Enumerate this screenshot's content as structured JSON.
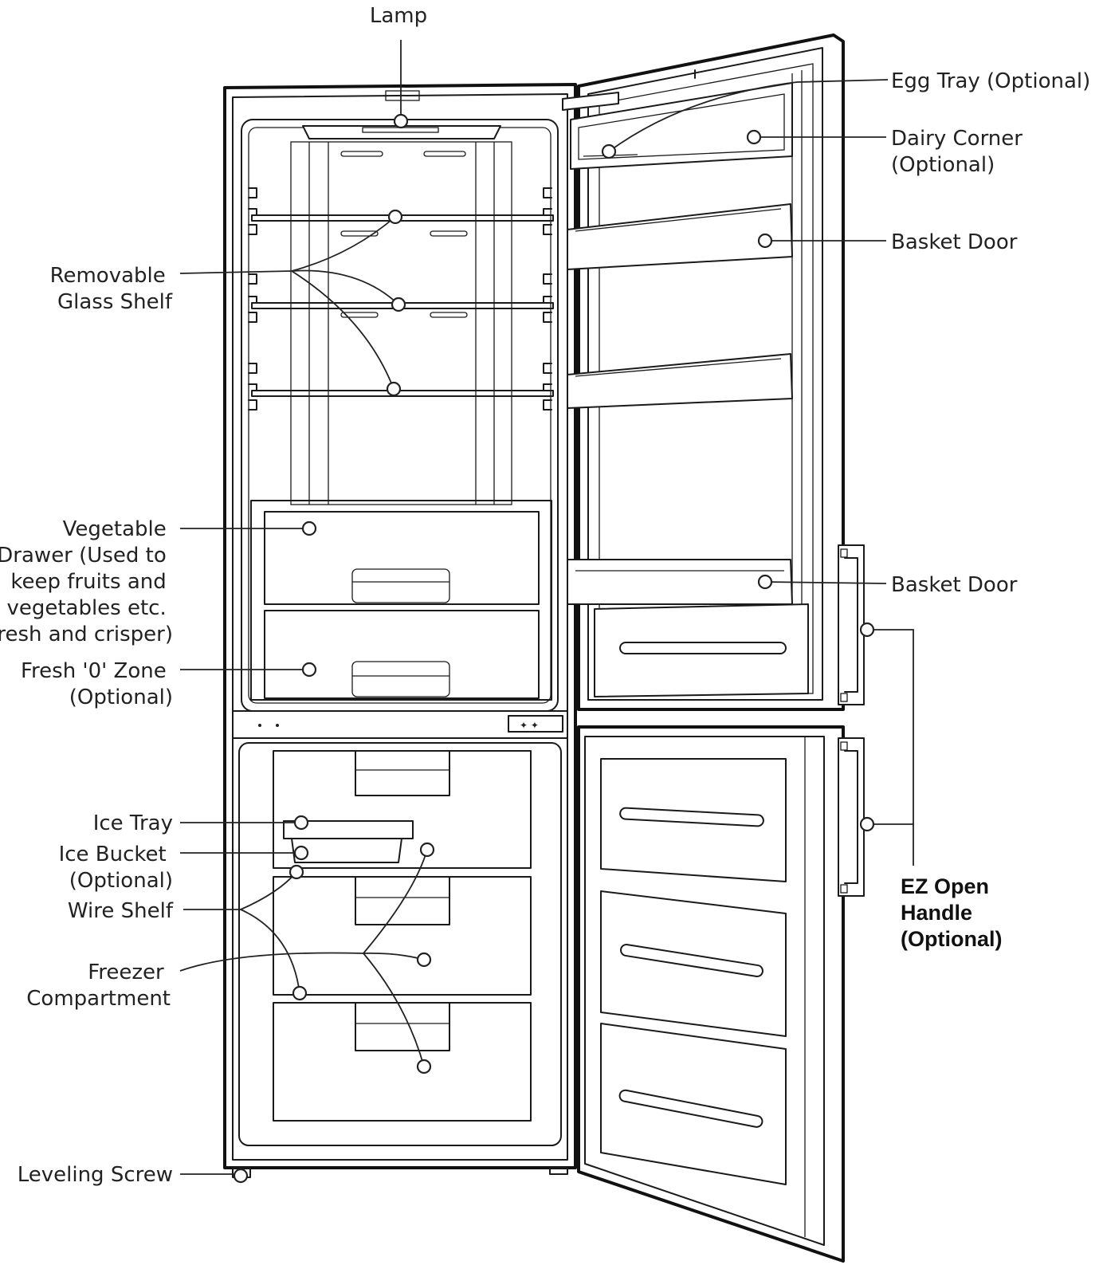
{
  "labels": {
    "lamp": [
      "Lamp"
    ],
    "egg_tray": [
      "Egg Tray (Optional)"
    ],
    "dairy_corner": [
      "Dairy Corner",
      "(Optional)"
    ],
    "basket_door_upper": [
      "Basket Door"
    ],
    "basket_door_lower": [
      "Basket Door"
    ],
    "removable_glass_shelf": [
      "Removable",
      "Glass Shelf"
    ],
    "vegetable_drawer": [
      "Vegetable",
      "Drawer (Used to",
      "keep fruits and",
      "vegetables etc.",
      "fresh and crisper)"
    ],
    "fresh_zone": [
      "Fresh '0' Zone",
      "(Optional)"
    ],
    "ice_tray": [
      "Ice Tray"
    ],
    "ice_bucket": [
      "Ice Bucket",
      "(Optional)"
    ],
    "wire_shelf": [
      "Wire Shelf"
    ],
    "freezer_compartment": [
      "Freezer",
      "Compartment"
    ],
    "leveling_screw": [
      "Leveling Screw"
    ],
    "ez_open_handle": [
      "EZ Open",
      "Handle",
      "(Optional)"
    ]
  },
  "colors": {
    "line": "#1a1a1a",
    "label": "#222222",
    "background": "#ffffff"
  }
}
